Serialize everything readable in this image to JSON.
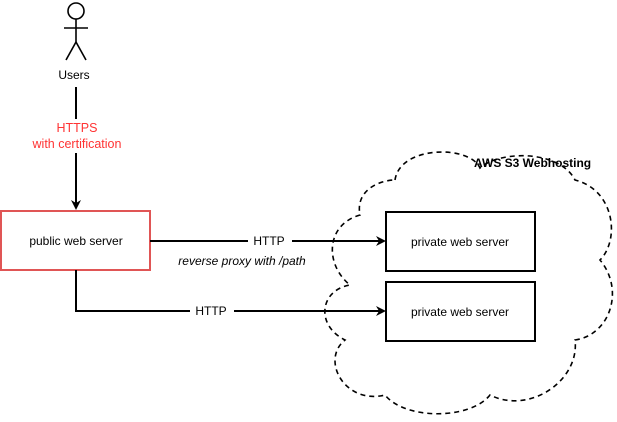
{
  "actor": {
    "label": "Users"
  },
  "https_edge": {
    "line1": "HTTPS",
    "line2": "with certification",
    "color": "#ff3333"
  },
  "cloud": {
    "title": "AWS S3 Webhosting"
  },
  "public_server": {
    "label": "public web server",
    "border_color": "#e05555"
  },
  "private_servers": [
    {
      "label": "private web server"
    },
    {
      "label": "private web server"
    }
  ],
  "edges": {
    "top": {
      "label": "HTTP",
      "note": "reverse proxy with /path"
    },
    "bottom": {
      "label": "HTTP"
    }
  }
}
